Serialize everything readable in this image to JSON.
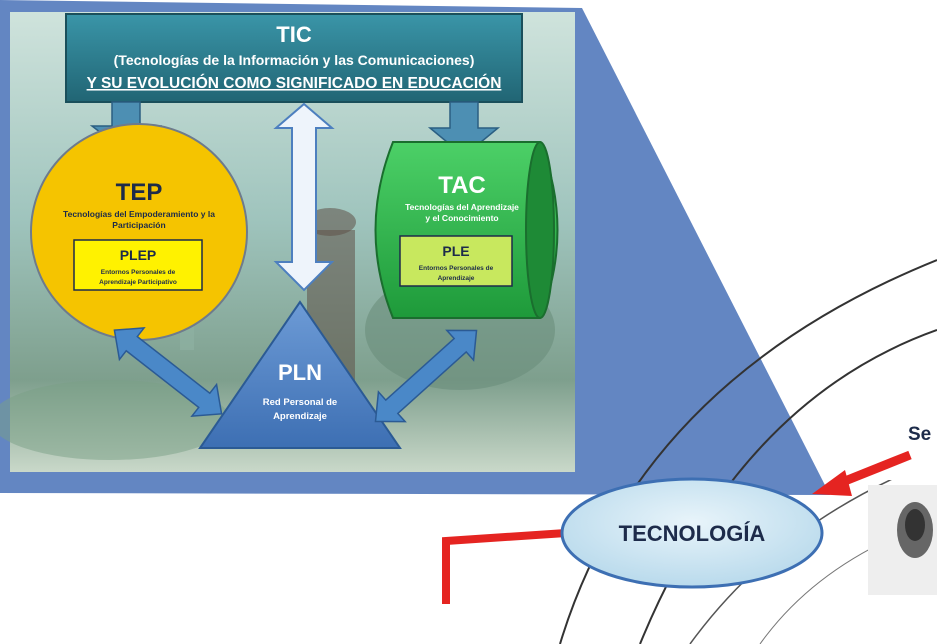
{
  "tic": {
    "title": "TIC",
    "subtitle": "(Tecnologías de la Información y las Comunicaciones)",
    "tagline": "Y SU EVOLUCIÓN COMO SIGNIFICADO EN EDUCACIÓN"
  },
  "tep": {
    "title": "TEP",
    "desc_line1": "Tecnologías del Empoderamiento y la",
    "desc_line2": "Participación",
    "box_title": "PLEP",
    "box_line1": "Entornos Personales de",
    "box_line2": "Aprendizaje Participativo"
  },
  "tac": {
    "title": "TAC",
    "desc_line1": "Tecnologías del Aprendizaje",
    "desc_line2": "y el Conocimiento",
    "box_title": "PLE",
    "box_line1": "Entornos Personales de",
    "box_line2": "Aprendizaje"
  },
  "pln": {
    "title": "PLN",
    "desc_line1": "Red Personal de",
    "desc_line2": "Aprendizaje"
  },
  "tecnologia": {
    "label": "TECNOLOGÍA"
  },
  "partial_label": "Se",
  "colors": {
    "callout_blue": "#5b7fbf",
    "tic_header": "#2e7d8f",
    "tep_yellow": "#f5c400",
    "tac_green": "#2db84a",
    "pln_blue": "#4f82c4",
    "tecnologia_fill": "#cfe6f3",
    "red_accent": "#e52421"
  }
}
